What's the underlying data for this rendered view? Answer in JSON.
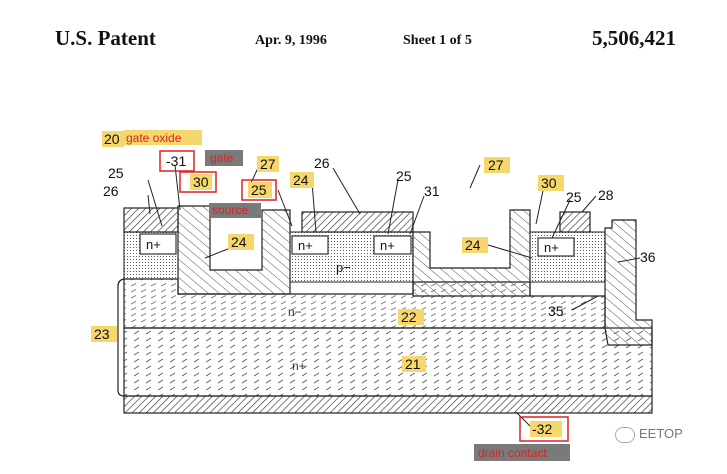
{
  "header": {
    "title": "U.S. Patent",
    "date": "Apr. 9, 1996",
    "sheet": "Sheet 1 of 5",
    "patent_number": "5,506,421"
  },
  "regions": {
    "n_plus_a": "n+",
    "n_plus_b": "n+",
    "n_plus_c": "n+",
    "n_plus_d": "n+",
    "p_minus": "p−",
    "n_minus": "n−",
    "n_plus_substrate": "n+"
  },
  "refs": {
    "r20": "20",
    "r31a": "-31",
    "r30a": "30",
    "r25a": "25",
    "r26a": "26",
    "r27a": "27",
    "r25b": "25",
    "r24a": "24",
    "r26b": "26",
    "r24b": "24",
    "r25c": "25",
    "r31b": "31",
    "r27b": "27",
    "r24c": "24",
    "r30b": "30",
    "r25d": "25",
    "r28": "28",
    "r36": "36",
    "r22": "22",
    "r35": "35",
    "r23": "23",
    "r21": "21",
    "r32": "-32"
  },
  "annotations": {
    "gate_oxide": "gate oxide",
    "gate": "gate",
    "source": "source",
    "drain_contact": "drain contact"
  },
  "watermark": "EETOP",
  "colors": {
    "highlight": "#f5d76e",
    "annotation_red": "#e02020",
    "box_red": "#e02020",
    "label_bg": "#7a7a7a"
  }
}
